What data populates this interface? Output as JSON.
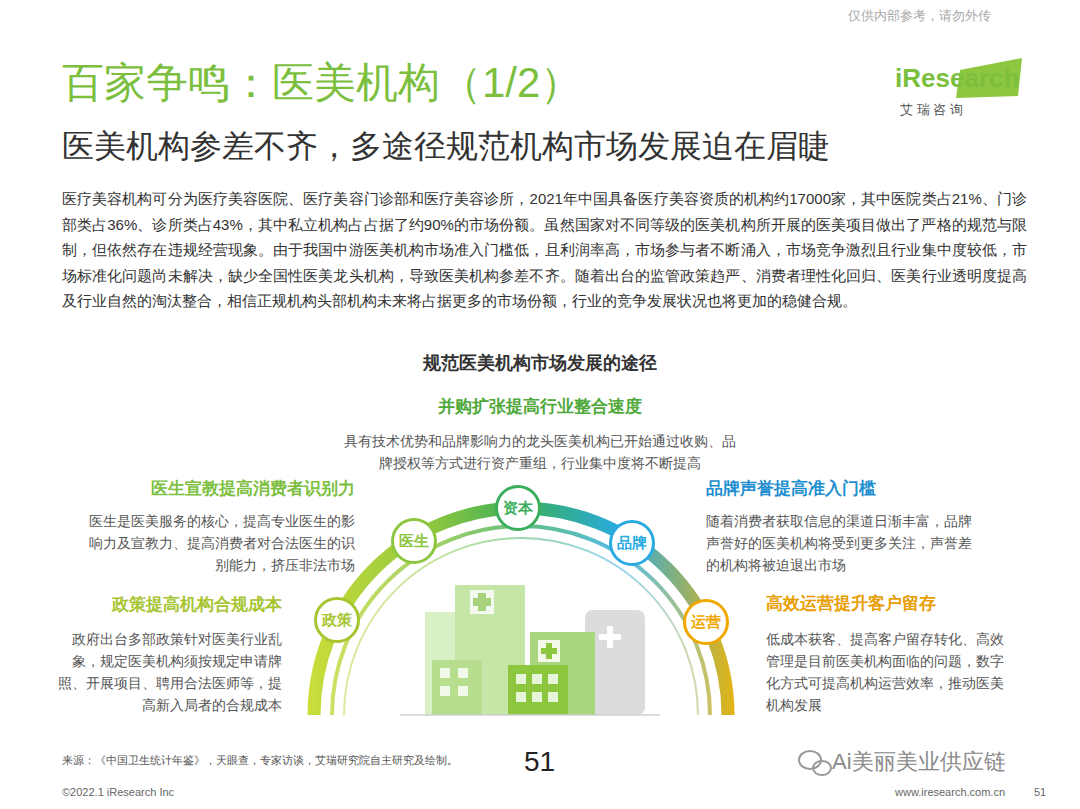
{
  "diagram": {
    "title": "百家争鸣：医美机构（1/2）",
    "nodes": [
      {
        "text": [
          "政策"
        ]
      },
      {
        "text": [
          "医生"
        ]
      },
      {
        "text": [
          "资本"
        ]
      },
      {
        "text": [
          "品牌"
        ]
      },
      {
        "text": [
          "运营"
        ]
      }
    ],
    "labels": [
      "仅供内部参考，请勿外传",
      "iResearch",
      "艾 瑞 咨 询",
      "医美机构参差不齐，多途径规范机构市场发展迫在眉睫",
      "医疗美容机构可分为医疗美容医院、医疗美容门诊部和医疗美容诊所，2021年中国具备医疗美容资质的机构约17000家，其中医院类占21%、门诊部类占36%、诊所类占43%，其中私立机构占占据了约90%的市场份额。虽然国家对不同等级的医美机构所开展的医美项目做出了严格的规范与限制，但依然存在违规经营现象。由于我国中游医美机构市场准入门槛低，且利润率高，市场参与者不断涌入，市场竞争激烈且行业集中度较低，市场标准化问题尚未解决，缺少全国性医美龙头机构，导致医美机构参差不齐。随着出台的监管政策趋严、消费者理性化回归、医美行业透明度提高及行业自然的淘汰整合，相信正规机构头部机构未来将占据更多的市场份额，行业的竞争发展状况也将更加的稳健合规。",
      "规范医美机构市场发展的途径",
      "并购扩张提高行业整合速度",
      "具有技术优势和品牌影响力的龙头医美机构已开始通过收购、品牌授权等方式进行资产重组，行业集中度将不断提高",
      "医生宣教提高消费者识别力",
      "医生是医美服务的核心，提高专业医生的影响力及宣教力、提高消费者对合法医生的识别能力，挤压非法市场",
      "品牌声誉提高准入门槛",
      "随着消费者获取信息的渠道日渐丰富，品牌声誉好的医美机构将受到更多关注，声誉差的机构将被迫退出市场",
      "政策提高机构合规成本",
      "政府出台多部政策针对医美行业乱象，规定医美机构须按规定申请牌照、开展项目、聘用合法医师等，提高新入局者的合规成本",
      "高效运营提升客户留存",
      "低成本获客、提高客户留存转化、高效管理是目前医美机构面临的问题，数字化方式可提高机构运营效率，推动医美机构发展",
      "来源：《中国卫生统计年鉴》，天眼查，专家访谈，艾瑞研究院自主研究及绘制。",
      "51",
      "©2022.1 iResearch Inc",
      "www.iresearch.com.cn",
      "51",
      "Ai美丽美业供应链"
    ]
  }
}
